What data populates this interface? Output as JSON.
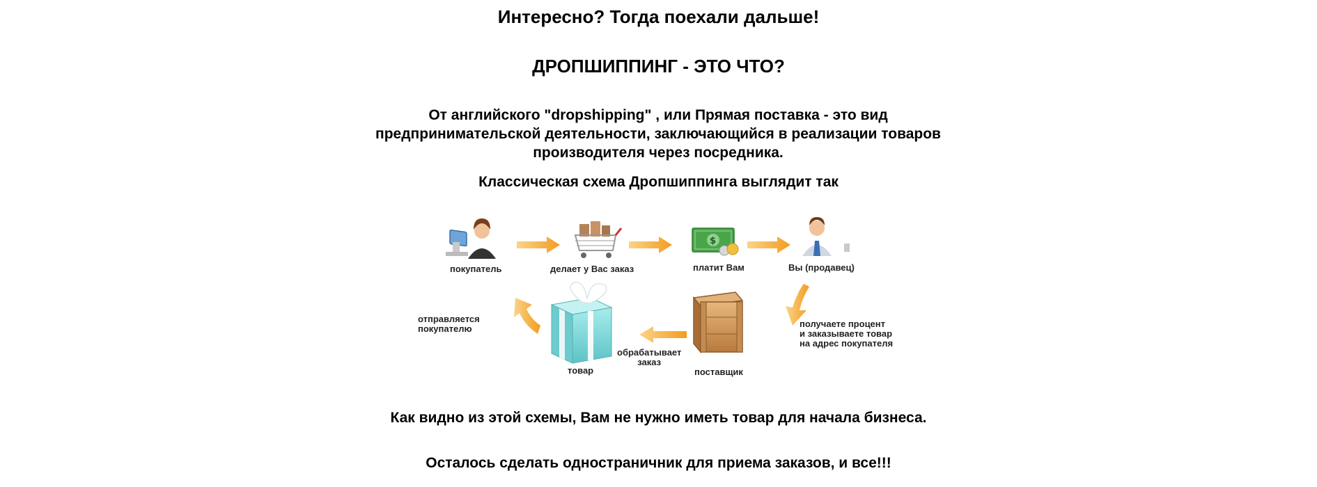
{
  "intro": {
    "line1": "Интересно? Тогда поехали дальше!",
    "line2": "ДРОПШИППИНГ - ЭТО ЧТО?"
  },
  "definition": {
    "line1": "От английского \"dropshipping\" , или Прямая поставка - это вид",
    "line2": "предпринимательской деятельности, заключающийся в реализации товаров",
    "line3": "производителя через посредника."
  },
  "diagram": {
    "caption": "Классическая схема Дропшиппинга выглядит так",
    "steps": {
      "buyer": "покупатель",
      "orders": "делает у Вас заказ",
      "pays": "платит Вам",
      "seller": "Вы (продавец)",
      "percent_line1": "получаете процент",
      "percent_line2": "и заказываете товар",
      "percent_line3": "на адрес покупателя",
      "supplier": "поставщик",
      "processes_line1": "обрабатывает",
      "processes_line2": "заказ",
      "goods": "товар",
      "ships_line1": "отправляется",
      "ships_line2": "покупателю"
    },
    "colors": {
      "arrow": "#f5a623",
      "gift_box": "#7fd6d6",
      "crate": "#c98a4a",
      "money": "#3c9a3c"
    }
  },
  "conclusion": {
    "line1": "Как видно из этой схемы, Вам не нужно иметь товар для начала бизнеса.",
    "line2": "Осталось сделать одностраничник для приема заказов, и все!!!"
  }
}
